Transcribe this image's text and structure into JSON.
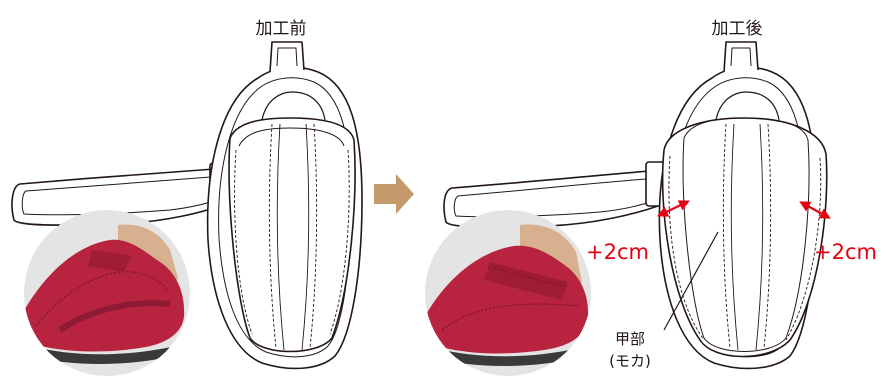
{
  "panels": {
    "before": {
      "title": "加工前"
    },
    "after": {
      "title": "加工後",
      "left_extension": "+2cm",
      "right_extension": "+2cm",
      "callout_line1": "甲部",
      "callout_line2": "(モカ)"
    }
  },
  "colors": {
    "outline": "#231815",
    "arrow": "#c49a6c",
    "shoe_red": "#b8233f",
    "skin": "#d7b08f",
    "circle_bg": "#e4e4e4",
    "dimension": "#e60012"
  }
}
